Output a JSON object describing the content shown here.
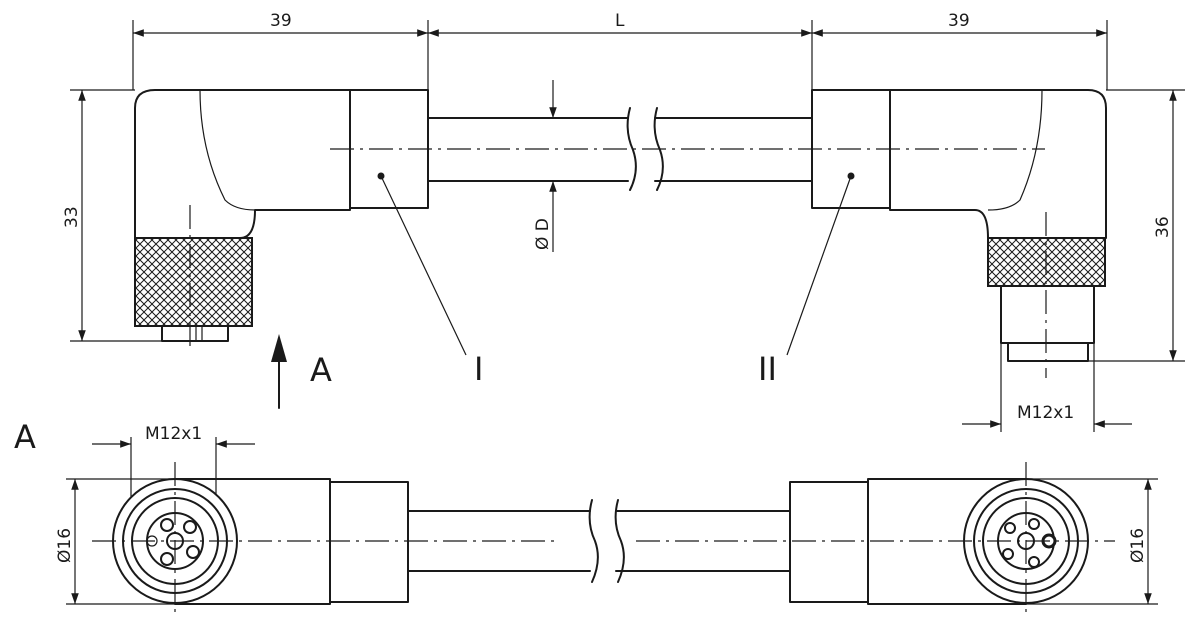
{
  "dimensions": {
    "left_width": "39",
    "cable_length": "L",
    "right_width": "39",
    "left_height": "33",
    "right_height": "36",
    "cable_diameter": "Ø D",
    "thread_left": "M12x1",
    "thread_right": "M12x1",
    "diameter_left": "Ø16",
    "diameter_right": "Ø16"
  },
  "labels": {
    "view_arrow": "A",
    "view_title": "A",
    "part_one": "I",
    "part_two": "II"
  }
}
